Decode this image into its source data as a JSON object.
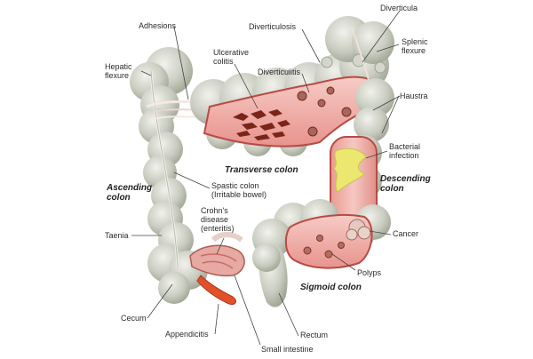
{
  "colors": {
    "colon_outer": "#cfd1c7",
    "colon_shadow": "#9ea392",
    "colon_highlight": "#eceee6",
    "interior": "#f2b9b4",
    "interior_dark": "#cc5a57",
    "lesion": "#7a2518",
    "infection": "#ece86f",
    "appendix": "#e2502a",
    "leader": "#444444"
  },
  "labels": {
    "diverticula": "Diverticula",
    "adhesions": "Adhesions",
    "diverticulosis": "Diverticulosis",
    "splenic_flexure": [
      "Splenic",
      "flexure"
    ],
    "hepatic_flexure": [
      "Hepatic",
      "flexure"
    ],
    "ulcerative_colitis": [
      "Ulcerative",
      "colitis"
    ],
    "diverticulitis": "Diverticulitis",
    "haustra": "Haustra",
    "bacterial_infection": [
      "Bacterial",
      "infection"
    ],
    "transverse_colon": "Transverse colon",
    "ascending_colon": [
      "Ascending",
      "colon"
    ],
    "descending_colon": [
      "Descending",
      "colon"
    ],
    "spastic_colon": [
      "Spastic colon",
      "(Irritable bowel)"
    ],
    "crohns_disease": [
      "Crohn's",
      "disease",
      "(enteritis)"
    ],
    "taenia": "Taenia",
    "cancer": "Cancer",
    "polyps": "Polyps",
    "sigmoid_colon": "Sigmoid colon",
    "cecum": "Cecum",
    "rectum": "Rectum",
    "appendicitis": "Appendicitis",
    "small_intestine": "Small intestine"
  }
}
